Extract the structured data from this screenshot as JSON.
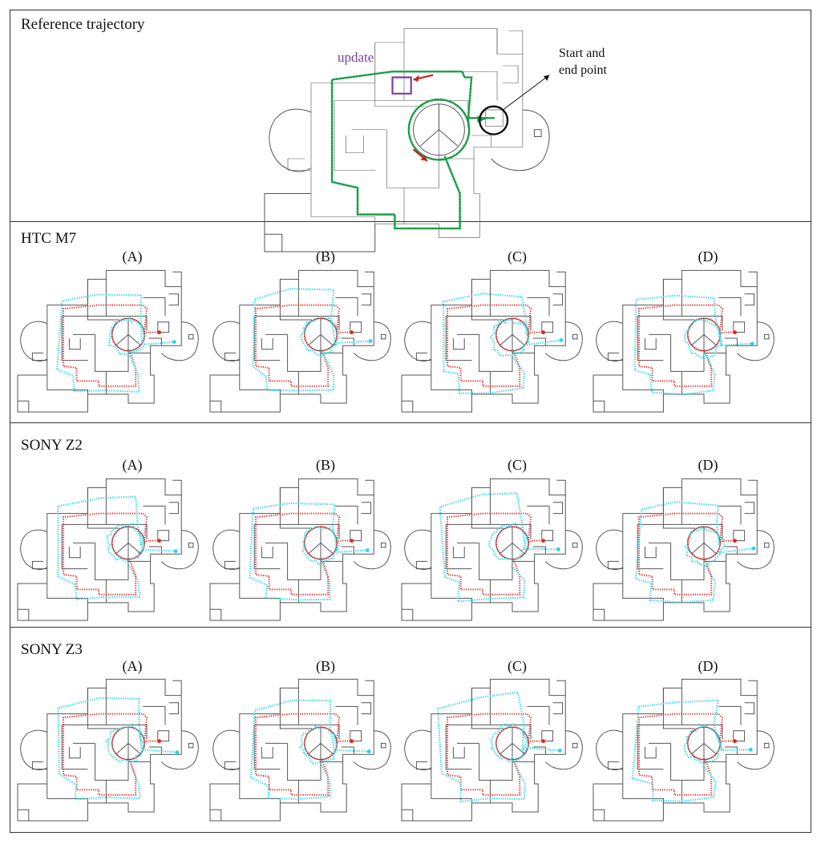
{
  "rows": [
    {
      "title": "Reference trajectory"
    },
    {
      "title": "HTC M7",
      "panels": [
        "(A)",
        "(B)",
        "(C)",
        "(D)"
      ]
    },
    {
      "title": "SONY Z2",
      "panels": [
        "(A)",
        "(B)",
        "(C)",
        "(D)"
      ]
    },
    {
      "title": "SONY Z3",
      "panels": [
        "(A)",
        "(B)",
        "(C)",
        "(D)"
      ]
    }
  ],
  "reference": {
    "update_label": "update",
    "start_label_line1": "Start and",
    "start_label_line2": "end point"
  },
  "colors": {
    "reference_path": "#1a9e48",
    "estimated_path": "#2ad4e6",
    "ground_truth_path": "#e8231f",
    "update_box": "#7a3fa8",
    "arrow": "#cc2222",
    "floorplan": "#555555"
  }
}
